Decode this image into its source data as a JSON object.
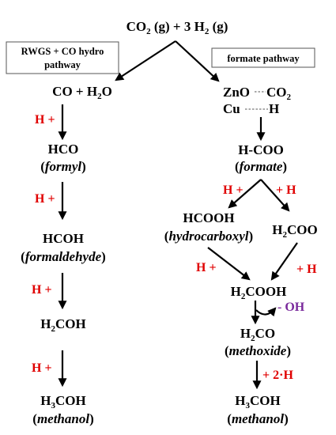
{
  "top": {
    "part1": "CO",
    "sub1": "2",
    "part2": " (g) + 3 H",
    "sub2": "2",
    "part3": " (g)"
  },
  "boxes": {
    "left_line1": "RWGS + CO hydro",
    "left_line2": "pathway",
    "right": "formate pathway"
  },
  "left": {
    "start": {
      "part1": "CO + H",
      "sub": "2",
      "part2": "O"
    },
    "step1_reagent": "H +",
    "formyl": {
      "formula": "HCO",
      "name": "formyl"
    },
    "step2_reagent": "H +",
    "formaldehyde": {
      "formula": "HCOH",
      "name": "formaldehyde"
    },
    "step3_reagent": "H +",
    "h2coh": {
      "part1": "H",
      "sub": "2",
      "part2": "COH"
    },
    "step4_reagent": "H +",
    "methanol": {
      "part1": "H",
      "sub": "3",
      "part2": "COH",
      "name": "methanol"
    }
  },
  "right": {
    "zno": "ZnO",
    "co2": {
      "part1": "CO",
      "sub": "2"
    },
    "cu": "Cu",
    "h": "H",
    "formate": {
      "formula": "H-COO",
      "name": "formate"
    },
    "branch_left_reagent": "H +",
    "branch_right_reagent": "+ H",
    "hydrocarboxyl": {
      "formula": "HCOOH",
      "name": "hydrocarboxyl"
    },
    "h2coo": {
      "part1": "H",
      "sub": "2",
      "part2": "COO"
    },
    "merge_left_reagent": "H +",
    "merge_right_reagent": "+ H",
    "h2cooh": {
      "part1": "H",
      "sub": "2",
      "part2": "COOH"
    },
    "oh_loss": "- OH",
    "methoxide": {
      "part1": "H",
      "sub": "2",
      "part2": "CO",
      "name": "methoxide"
    },
    "final_reagent": "+ 2·H",
    "methanol": {
      "part1": "H",
      "sub": "3",
      "part2": "COH",
      "name": "methanol"
    }
  },
  "colors": {
    "reagent": "#e00000",
    "elimination": "#7a2a9c",
    "text": "#000000"
  }
}
